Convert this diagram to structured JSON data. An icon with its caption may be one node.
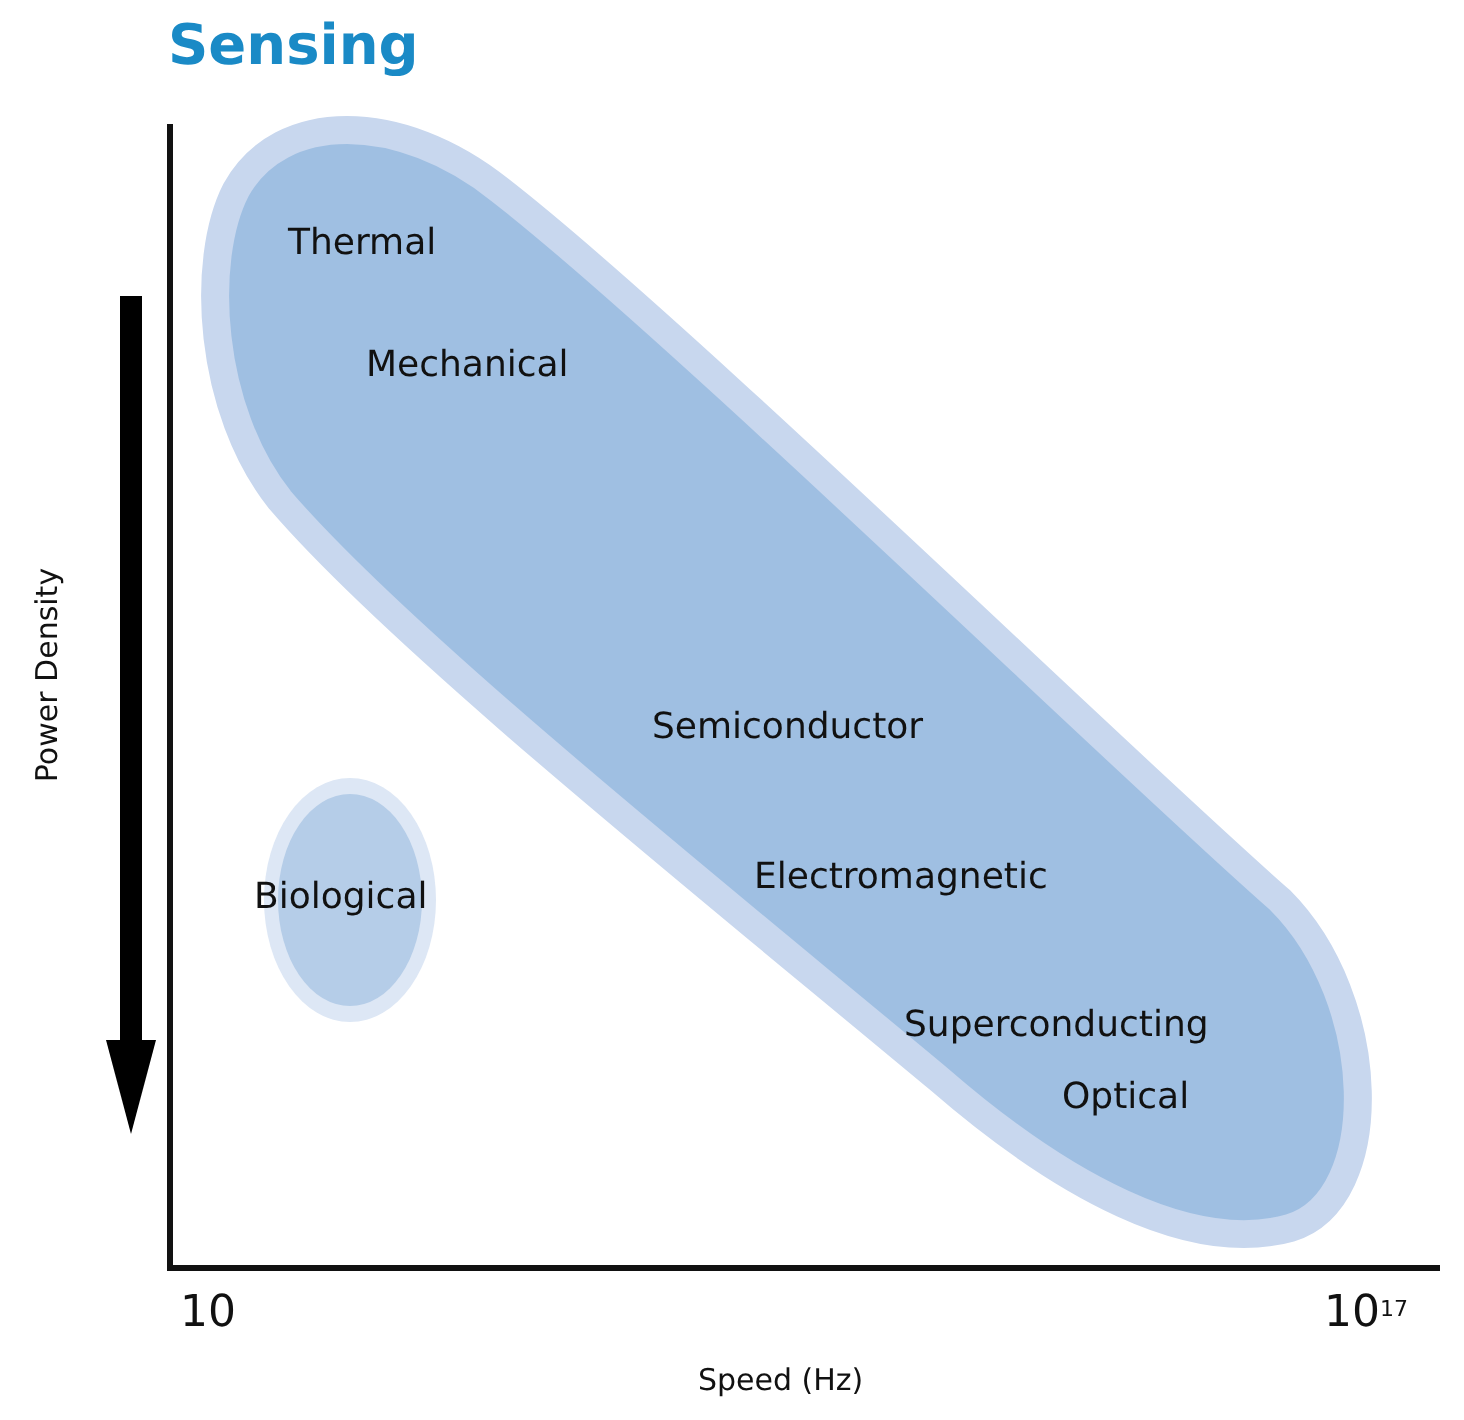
{
  "diagram": {
    "title": "Sensing",
    "nodes": [
      {
        "text": [
          "Thermal",
          "Mechanical",
          "Semiconductor",
          "Electromagnetic",
          "Superconducting",
          "Optical"
        ]
      },
      {
        "text": [
          "Biological"
        ]
      }
    ],
    "labels": [
      "Power Density",
      "10",
      "10$^{17}$",
      "Speed (Hz)"
    ]
  }
}
